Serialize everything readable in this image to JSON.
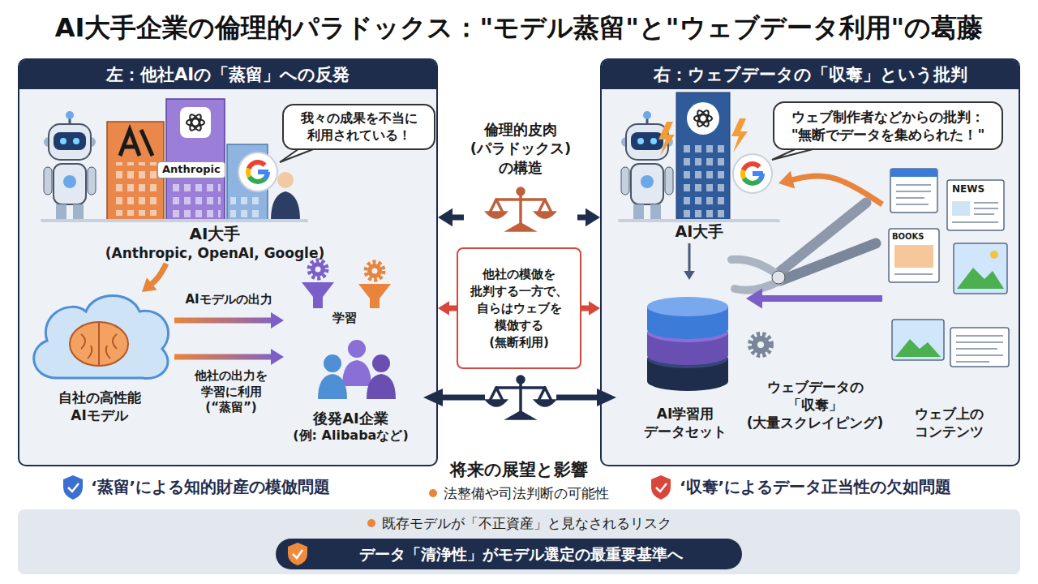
{
  "diagram": {
    "title": "AI大手企業の倫理的パラドックス：\"モデル蒸留\"と\"ウェブデータ利用\"の葛藤",
    "nodes": [
      {
        "text": [
          "左：他社AIの「蒸留」への反発"
        ]
      },
      {
        "text": [
          "我々の成果を不当に 利用されている！"
        ],
        "in": 0
      },
      {
        "text": [
          "AI大手",
          "(Anthropic, OpenAI, Google)"
        ],
        "in": 0
      },
      {
        "text": [
          "自社の高性能 AIモデル"
        ],
        "in": 0
      },
      {
        "text": [
          "後発AI企業",
          "(例: Alibabaなど)"
        ],
        "in": 0
      },
      {
        "text": [
          "倫理的皮肉 (パラドックス) の構造"
        ]
      },
      {
        "text": [
          "他社の模倣を 批判する一方で、 自らはウェブを 模倣する (無断利用)"
        ]
      },
      {
        "text": [
          "右：ウェブデータの「収奪」という批判"
        ]
      },
      {
        "text": [
          "ウェブ制作者などからの批判： \"無断でデータを集められた！\""
        ],
        "in": 7
      },
      {
        "text": [
          "AI大手"
        ],
        "in": 7
      },
      {
        "text": [
          "AI学習用 データセット"
        ],
        "in": 7
      },
      {
        "text": [
          "ウェブ上の コンテンツ"
        ],
        "in": 7
      },
      {
        "text": [
          "既存モデルが「不正資産」と見なされるリスク"
        ]
      },
      {
        "text": [
          "データ「清浄性」がモデル選定の最重要基準へ"
        ],
        "in": 12
      }
    ],
    "edges": [
      {
        "from": 2,
        "to": 3,
        "arrow": "to"
      },
      {
        "from": 3,
        "to": 4,
        "label": "AIモデルの出力",
        "arrow": "to"
      },
      {
        "from": 3,
        "to": 4,
        "label": "他社の出力を 学習に利用 (“蒸留”)",
        "arrow": "to"
      },
      {
        "from": 5,
        "to": 0,
        "arrow": "to"
      },
      {
        "from": 5,
        "to": 7,
        "arrow": "to"
      },
      {
        "from": 6,
        "to": 0,
        "arrow": "to"
      },
      {
        "from": 6,
        "to": 7,
        "arrow": "to"
      },
      {
        "from": 9,
        "to": 10,
        "arrow": "to"
      },
      {
        "from": 11,
        "to": 10,
        "arrow": "to"
      },
      {
        "from": 11,
        "to": 9,
        "arrow": "to"
      }
    ],
    "labels": [
      "Anthropic",
      "学習",
      "NEWS",
      "BOOKS",
      "ウェブデータの 「収奪」 (大量スクレイピング)",
      "‘蒸留’による知的財産の模倣問題",
      "‘収奪’によるデータ正当性の欠如問題",
      "将来の展望と影響",
      "法整備や司法判断の可能性"
    ]
  }
}
